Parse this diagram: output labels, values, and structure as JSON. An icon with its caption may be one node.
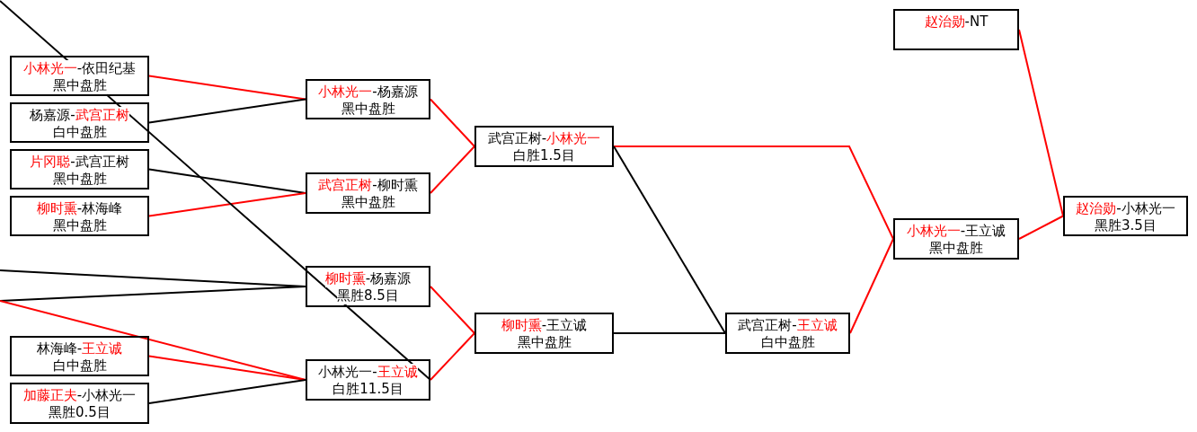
{
  "diagram": {
    "nodes": [
      {
        "text": [
          "小林光一-依田纪基",
          "黑中盘胜"
        ]
      },
      {
        "text": [
          "杨嘉源-武宫正树",
          "白中盘胜"
        ]
      },
      {
        "text": [
          "片冈聪-武宫正树",
          "黑中盘胜"
        ]
      },
      {
        "text": [
          "柳时熏-林海峰",
          "黑中盘胜"
        ]
      },
      {
        "text": [
          "林海峰-王立诚",
          "白中盘胜"
        ]
      },
      {
        "text": [
          "加藤正夫-小林光一",
          "黑胜0.5目"
        ]
      },
      {
        "text": [
          "小林光一-杨嘉源",
          "黑中盘胜"
        ]
      },
      {
        "text": [
          "武宫正树-柳时熏",
          "黑中盘胜"
        ]
      },
      {
        "text": [
          "柳时熏-杨嘉源",
          "黑胜8.5目"
        ]
      },
      {
        "text": [
          "小林光一-王立诚",
          "白胜11.5目"
        ]
      },
      {
        "text": [
          "武宫正树-小林光一",
          "白胜1.5目"
        ]
      },
      {
        "text": [
          "柳时熏-王立诚",
          "黑中盘胜"
        ]
      },
      {
        "text": [
          "武宫正树-王立诚",
          "白中盘胜"
        ]
      },
      {
        "text": [
          "赵治勋-NT"
        ]
      },
      {
        "text": [
          "小林光一-王立诚",
          "黑中盘胜"
        ]
      },
      {
        "text": [
          "赵治勋-小林光一",
          "黑胜3.5目"
        ]
      }
    ],
    "edges": [
      {
        "from": 0,
        "to": 6,
        "arrow": "none"
      },
      {
        "from": 1,
        "to": 6,
        "arrow": "none",
        "color": "#000000"
      },
      {
        "from": 2,
        "to": 7,
        "arrow": "none",
        "color": "#000000"
      },
      {
        "from": 3,
        "to": 7,
        "arrow": "none"
      },
      {
        "from": null,
        "to": 8,
        "arrow": "none",
        "color": "#000000"
      },
      {
        "from": null,
        "to": 8,
        "arrow": "none",
        "color": "#000000"
      },
      {
        "from": null,
        "to": 9,
        "arrow": "none"
      },
      {
        "from": 4,
        "to": 9,
        "arrow": "none"
      },
      {
        "from": 5,
        "to": 9,
        "arrow": "none",
        "color": "#000000"
      },
      {
        "from": null,
        "to": 9,
        "arrow": "none",
        "color": "#000000"
      },
      {
        "from": 6,
        "to": 10,
        "arrow": "none"
      },
      {
        "from": 7,
        "to": 10,
        "arrow": "none"
      },
      {
        "from": 8,
        "to": 11,
        "arrow": "none"
      },
      {
        "from": 9,
        "to": 11,
        "arrow": "none"
      },
      {
        "from": 10,
        "to": 14,
        "arrow": "none"
      },
      {
        "from": 10,
        "to": 12,
        "arrow": "none",
        "color": "#000000"
      },
      {
        "from": 11,
        "to": 12,
        "arrow": "none",
        "color": "#000000"
      },
      {
        "from": 12,
        "to": 14,
        "arrow": "none"
      },
      {
        "from": 14,
        "to": 15,
        "arrow": "none"
      },
      {
        "from": 13,
        "to": 15,
        "arrow": "none"
      }
    ]
  }
}
